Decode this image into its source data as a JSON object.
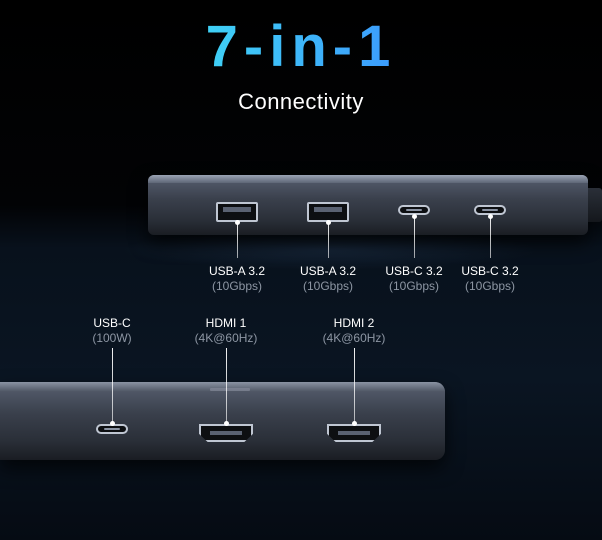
{
  "headline": {
    "title": "7-in-1",
    "subtitle": "Connectivity"
  },
  "colors": {
    "title_gradient_start": "#3ef1e8",
    "title_gradient_end": "#2f6bff",
    "label": "#ffffff",
    "spec": "#8d96a3"
  },
  "ports": [
    {
      "name": "USB-A 3.2",
      "spec": "(10Gbps)",
      "type": "usb-a"
    },
    {
      "name": "USB-A 3.2",
      "spec": "(10Gbps)",
      "type": "usb-a"
    },
    {
      "name": "USB-C 3.2",
      "spec": "(10Gbps)",
      "type": "usb-c"
    },
    {
      "name": "USB-C 3.2",
      "spec": "(10Gbps)",
      "type": "usb-c"
    },
    {
      "name": "USB-C",
      "spec": "(100W)",
      "type": "usb-c"
    },
    {
      "name": "HDMI 1",
      "spec": "(4K@60Hz)",
      "type": "hdmi"
    },
    {
      "name": "HDMI 2",
      "spec": "(4K@60Hz)",
      "type": "hdmi"
    }
  ]
}
